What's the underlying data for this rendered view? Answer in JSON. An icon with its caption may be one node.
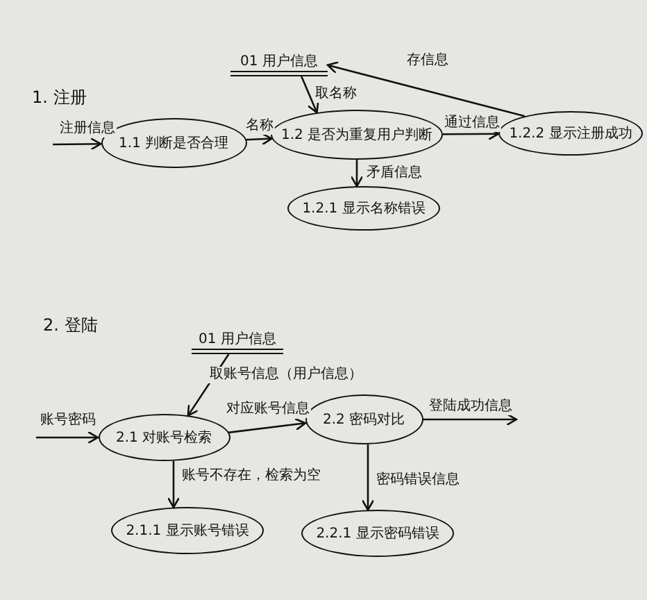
{
  "diagram": {
    "nodes": [
      {
        "text": [
          "01 用户信息"
        ]
      },
      {
        "text": [
          "1.1 判断是否合理"
        ]
      },
      {
        "text": [
          "1.2 是否为重复用户判断"
        ]
      },
      {
        "text": [
          "1.2.2 显示注册成功"
        ]
      },
      {
        "text": [
          "1.2.1 显示名称错误"
        ]
      },
      {
        "text": [
          "01 用户信息"
        ]
      },
      {
        "text": [
          "2.1 对账号检索"
        ]
      },
      {
        "text": [
          "2.2 密码对比"
        ]
      },
      {
        "text": [
          "2.1.1 显示账号错误"
        ]
      },
      {
        "text": [
          "2.2.1 显示密码错误"
        ]
      }
    ],
    "edges": [
      {
        "from": null,
        "to": 1,
        "arrow": "to",
        "label": "注册信息"
      },
      {
        "from": 1,
        "to": 2,
        "arrow": "to",
        "label": "名称"
      },
      {
        "from": 0,
        "to": 2,
        "arrow": "to",
        "label": "取名称"
      },
      {
        "from": 2,
        "to": 3,
        "arrow": "to",
        "label": "通过信息"
      },
      {
        "from": 3,
        "to": 0,
        "arrow": "to",
        "label": "存信息"
      },
      {
        "from": 2,
        "to": 4,
        "arrow": "to",
        "label": "矛盾信息"
      },
      {
        "from": null,
        "to": 6,
        "arrow": "to",
        "label": "账号密码"
      },
      {
        "from": 5,
        "to": 6,
        "arrow": "to",
        "label": "取账号信息（用户信息）"
      },
      {
        "from": 6,
        "to": 7,
        "arrow": "to",
        "label": "对应账号信息"
      },
      {
        "from": 7,
        "to": null,
        "arrow": "to",
        "label": "登陆成功信息"
      },
      {
        "from": 6,
        "to": 8,
        "arrow": "to",
        "label": "账号不存在，检索为空"
      },
      {
        "from": 7,
        "to": 9,
        "arrow": "to",
        "label": "密码错误信息"
      }
    ],
    "labels": [
      "1. 注册",
      "2. 登陆"
    ]
  }
}
